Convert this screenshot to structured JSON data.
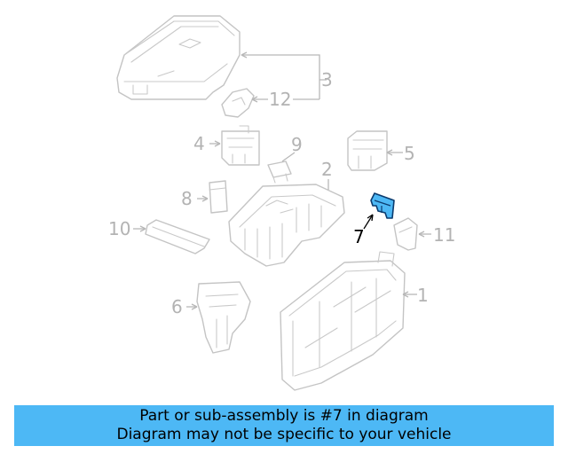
{
  "callouts": {
    "c1": "1",
    "c2": "2",
    "c3": "3",
    "c4": "4",
    "c5": "5",
    "c6": "6",
    "c7": "7",
    "c8": "8",
    "c9": "9",
    "c10": "10",
    "c11": "11",
    "c12": "12"
  },
  "highlighted_part": "7",
  "colors": {
    "highlight": "#4db8f5",
    "outline": "#c4c4c4",
    "banner": "#4db8f5"
  },
  "banner": {
    "line1": "Part or sub-assembly is #7 in diagram",
    "line2": "Diagram may not be specific to your vehicle"
  }
}
